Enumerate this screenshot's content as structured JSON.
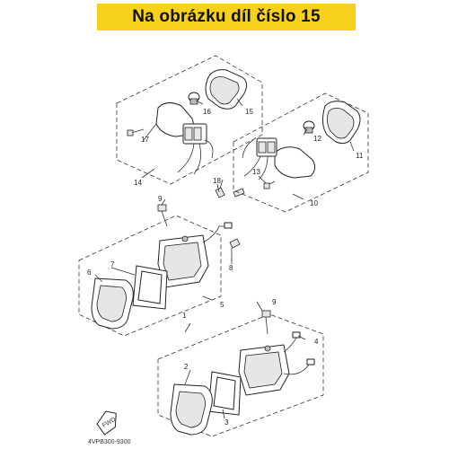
{
  "banner": {
    "text": "Na obrázku díl číslo 15",
    "color": "#f7d11b"
  },
  "diagram_code": "4VPB300-9300",
  "fwd_label": "FWD",
  "callouts": [
    {
      "id": "1",
      "text": "1"
    },
    {
      "id": "2",
      "text": "2"
    },
    {
      "id": "3",
      "text": "3"
    },
    {
      "id": "4",
      "text": "4"
    },
    {
      "id": "5",
      "text": "5"
    },
    {
      "id": "6",
      "text": "6"
    },
    {
      "id": "7",
      "text": "7"
    },
    {
      "id": "8",
      "text": "8"
    },
    {
      "id": "9a",
      "text": "9"
    },
    {
      "id": "9b",
      "text": "9"
    },
    {
      "id": "10",
      "text": "10"
    },
    {
      "id": "11",
      "text": "11"
    },
    {
      "id": "12",
      "text": "12"
    },
    {
      "id": "13",
      "text": "13"
    },
    {
      "id": "14",
      "text": "14"
    },
    {
      "id": "15",
      "text": "15"
    },
    {
      "id": "16",
      "text": "16"
    },
    {
      "id": "17",
      "text": "17"
    },
    {
      "id": "18",
      "text": "18"
    }
  ]
}
